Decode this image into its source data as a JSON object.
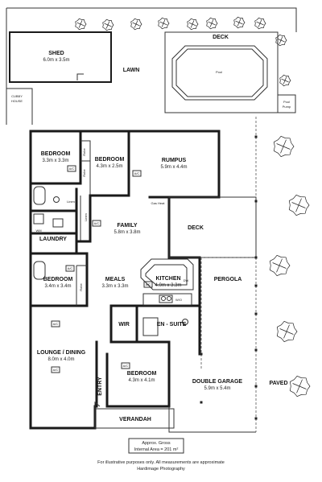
{
  "rooms": {
    "shed": {
      "name": "SHED",
      "dim": "6.0m x 3.5m"
    },
    "lawn": {
      "name": "LAWN"
    },
    "deck_top": {
      "name": "DECK"
    },
    "pool": {
      "name": "Pool"
    },
    "pool_pump": {
      "line1": "Pool",
      "line2": "Pump"
    },
    "cubby": {
      "line1": "CUBBY",
      "line2": "HOUSE"
    },
    "bedroom1": {
      "name": "BEDROOM",
      "dim": "3.3m x 3.3m"
    },
    "bedroom2": {
      "name": "BEDROOM",
      "dim": "4.3m x 2.5m"
    },
    "rumpus": {
      "name": "RUMPUS",
      "dim": "5.9m x 4.4m"
    },
    "family": {
      "name": "FAMILY",
      "dim": "5.8m x 3.8m"
    },
    "deck_mid": {
      "name": "DECK"
    },
    "laundry": {
      "name": "LAUNDRY"
    },
    "bedroom3": {
      "name": "BEDROOM",
      "dim": "3.4m x 3.4m"
    },
    "meals": {
      "name": "MEALS",
      "dim": "3.3m x 3.3m"
    },
    "kitchen": {
      "name": "KITCHEN",
      "dim": "4.0m x 3.3m"
    },
    "pergola": {
      "name": "PERGOLA"
    },
    "wir": {
      "name": "WIR"
    },
    "ensuite": {
      "name": "EN - SUITE"
    },
    "lounge": {
      "name": "LOUNGE / DINING",
      "dim": "8.0m x 4.0m"
    },
    "bedroom4": {
      "name": "BEDROOM",
      "dim": "4.3m x 4.1m"
    },
    "garage": {
      "name": "DOUBLE GARAGE",
      "dim": "5.9m x 5.4m"
    },
    "paved": {
      "name": "PAVED"
    },
    "entry": {
      "name": "ENTRY"
    },
    "verandah": {
      "name": "VERANDAH"
    }
  },
  "labels": {
    "robe": "Robe",
    "linen": "Linen",
    "ac": "A/C",
    "gas_heat": "Gas Heat",
    "wm": "WM",
    "dw": "DW",
    "wo": "W/O"
  },
  "area": {
    "line1": "Approx. Gross",
    "line2": "Internal Area = 201 m²"
  },
  "footer": {
    "disclaimer": "For illustrative purposes only. All measurements are approximate",
    "credit": "Hardimage Photography"
  }
}
